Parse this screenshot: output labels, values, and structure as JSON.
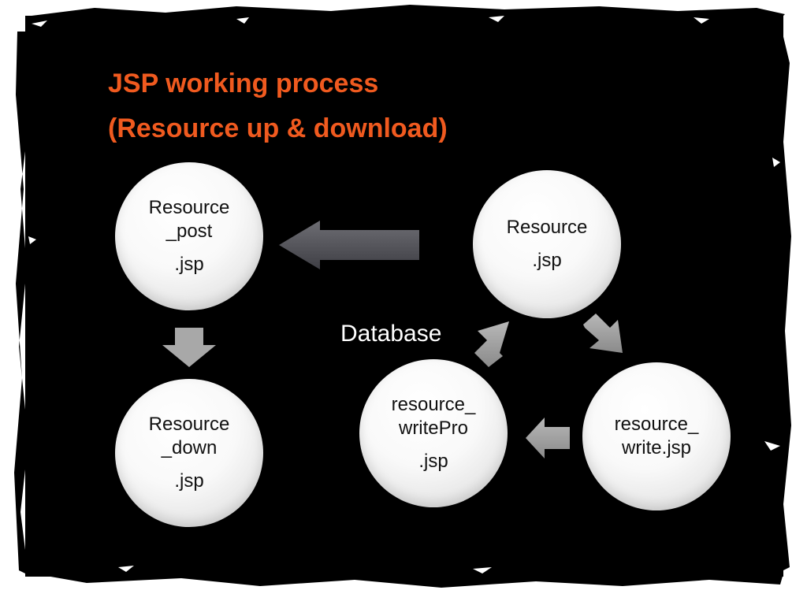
{
  "title": {
    "line1": "JSP working process",
    "line2": "(Resource up & download)"
  },
  "nodes": {
    "resource_post": {
      "line1": "Resource",
      "line2": "_post",
      "ext": ".jsp"
    },
    "resource_down": {
      "line1": "Resource",
      "line2": "_down",
      "ext": ".jsp"
    },
    "resource": {
      "line1": "Resource",
      "ext": ".jsp"
    },
    "resource_write": {
      "line1": "resource_",
      "line2": "write.jsp"
    },
    "resource_writepro": {
      "line1": "resource_",
      "line2": "writePro",
      "ext": ".jsp"
    }
  },
  "labels": {
    "database": "Database"
  },
  "colors": {
    "title": "#f05a1f",
    "background": "#000000",
    "arrow_dark": "#5a5a5f",
    "arrow_light": "#a8a8a8"
  },
  "icons": [
    "arrow-left-icon",
    "arrow-down-icon",
    "arrow-up-right-icon",
    "arrow-down-right-icon"
  ]
}
